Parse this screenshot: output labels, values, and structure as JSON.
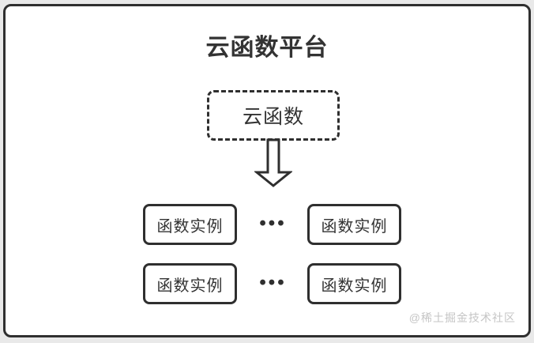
{
  "diagram": {
    "title": "云函数平台",
    "root_node": {
      "label": "云函数"
    },
    "arrow": "down-block-arrow",
    "instance_rows": [
      {
        "left": "函数实例",
        "dots": "•••",
        "right": "函数实例"
      },
      {
        "left": "函数实例",
        "dots": "•••",
        "right": "函数实例"
      }
    ],
    "watermark": "@稀土掘金技术社区",
    "colors": {
      "border": "#2f2f2f",
      "text": "#333333",
      "watermark": "#c5c5c5",
      "node_background": "#ffffff",
      "page_background": "#e9e9e9"
    }
  }
}
